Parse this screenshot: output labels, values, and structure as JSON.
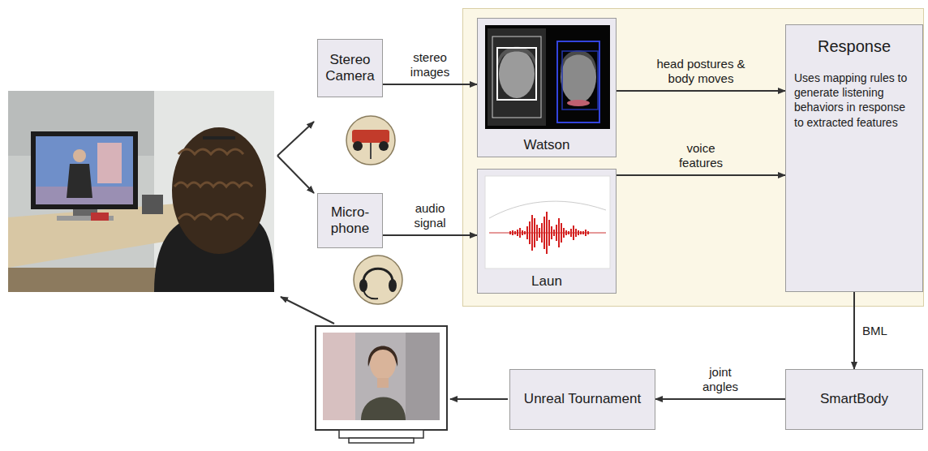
{
  "diagram": {
    "nodes": [
      {
        "text": [
          "Stereo Camera"
        ]
      },
      {
        "text": [
          "Micro- phone"
        ]
      },
      {
        "text": [
          "Watson"
        ]
      },
      {
        "text": [
          "Laun"
        ]
      },
      {
        "text": [
          "Response",
          "Uses mapping rules to generate listening behaviors in response to extracted features"
        ]
      },
      {
        "text": [
          "SmartBody"
        ]
      },
      {
        "text": [
          "Unreal Tournament"
        ]
      }
    ],
    "edges": [
      {
        "from": 0,
        "to": 2,
        "label": "stereo images",
        "arrow": "to"
      },
      {
        "from": 1,
        "to": 3,
        "label": "audio signal",
        "arrow": "to"
      },
      {
        "from": 2,
        "to": 4,
        "label": "head postures & body moves",
        "arrow": "to"
      },
      {
        "from": 3,
        "to": 4,
        "label": "voice features",
        "arrow": "to"
      },
      {
        "from": 4,
        "to": 5,
        "label": "BML",
        "arrow": "to"
      },
      {
        "from": 5,
        "to": 6,
        "label": "joint angles",
        "arrow": "to"
      }
    ]
  }
}
